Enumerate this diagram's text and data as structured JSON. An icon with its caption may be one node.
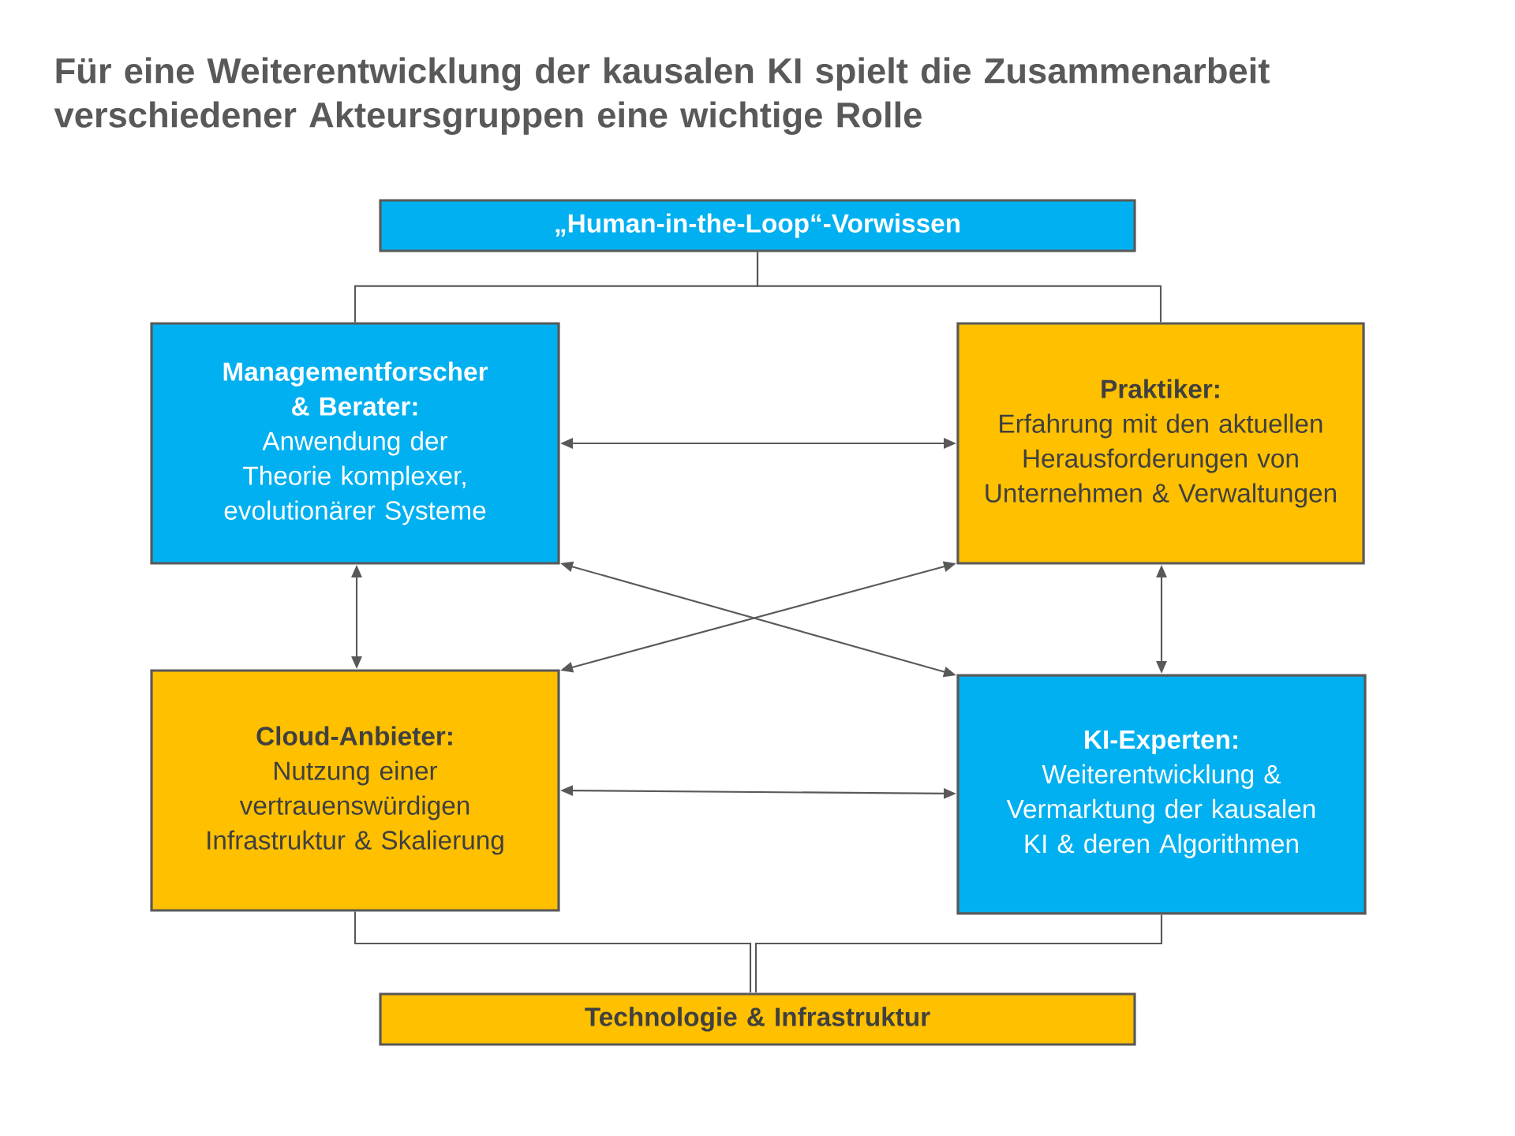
{
  "diagram": {
    "title": "Für eine Weiterentwicklung der kausalen KI spielt die Zusammenarbeit verschiedener Akteursgruppen eine wichtige Rolle",
    "nodes": [
      {
        "text": [
          "„Human-in-the-Loop“-Vorwissen"
        ]
      },
      {
        "text": [
          "Managementforscher & Berater:",
          "Anwendung der Theorie komplexer, evolutionärer Systeme"
        ]
      },
      {
        "text": [
          "Praktiker:",
          "Erfahrung mit den aktuellen Herausforderungen von Unternehmen & Verwaltungen"
        ]
      },
      {
        "text": [
          "Cloud-Anbieter:",
          "Nutzung einer vertrauenswürdigen Infrastruktur & Skalierung"
        ]
      },
      {
        "text": [
          "KI-Experten:",
          "Weiterentwicklung & Vermarktung der kausalen KI & deren Algorithmen"
        ]
      },
      {
        "text": [
          "Technologie & Infrastruktur"
        ]
      }
    ],
    "edges": [
      {
        "from": 0,
        "to": 1,
        "arrow": "none"
      },
      {
        "from": 0,
        "to": 2,
        "arrow": "none"
      },
      {
        "from": 1,
        "to": 2,
        "arrow": "both"
      },
      {
        "from": 1,
        "to": 3,
        "arrow": "both"
      },
      {
        "from": 2,
        "to": 4,
        "arrow": "both"
      },
      {
        "from": 1,
        "to": 4,
        "arrow": "both"
      },
      {
        "from": 2,
        "to": 3,
        "arrow": "both"
      },
      {
        "from": 3,
        "to": 4,
        "arrow": "both"
      },
      {
        "from": 3,
        "to": 5,
        "arrow": "none"
      },
      {
        "from": 4,
        "to": 5,
        "arrow": "none"
      }
    ]
  }
}
